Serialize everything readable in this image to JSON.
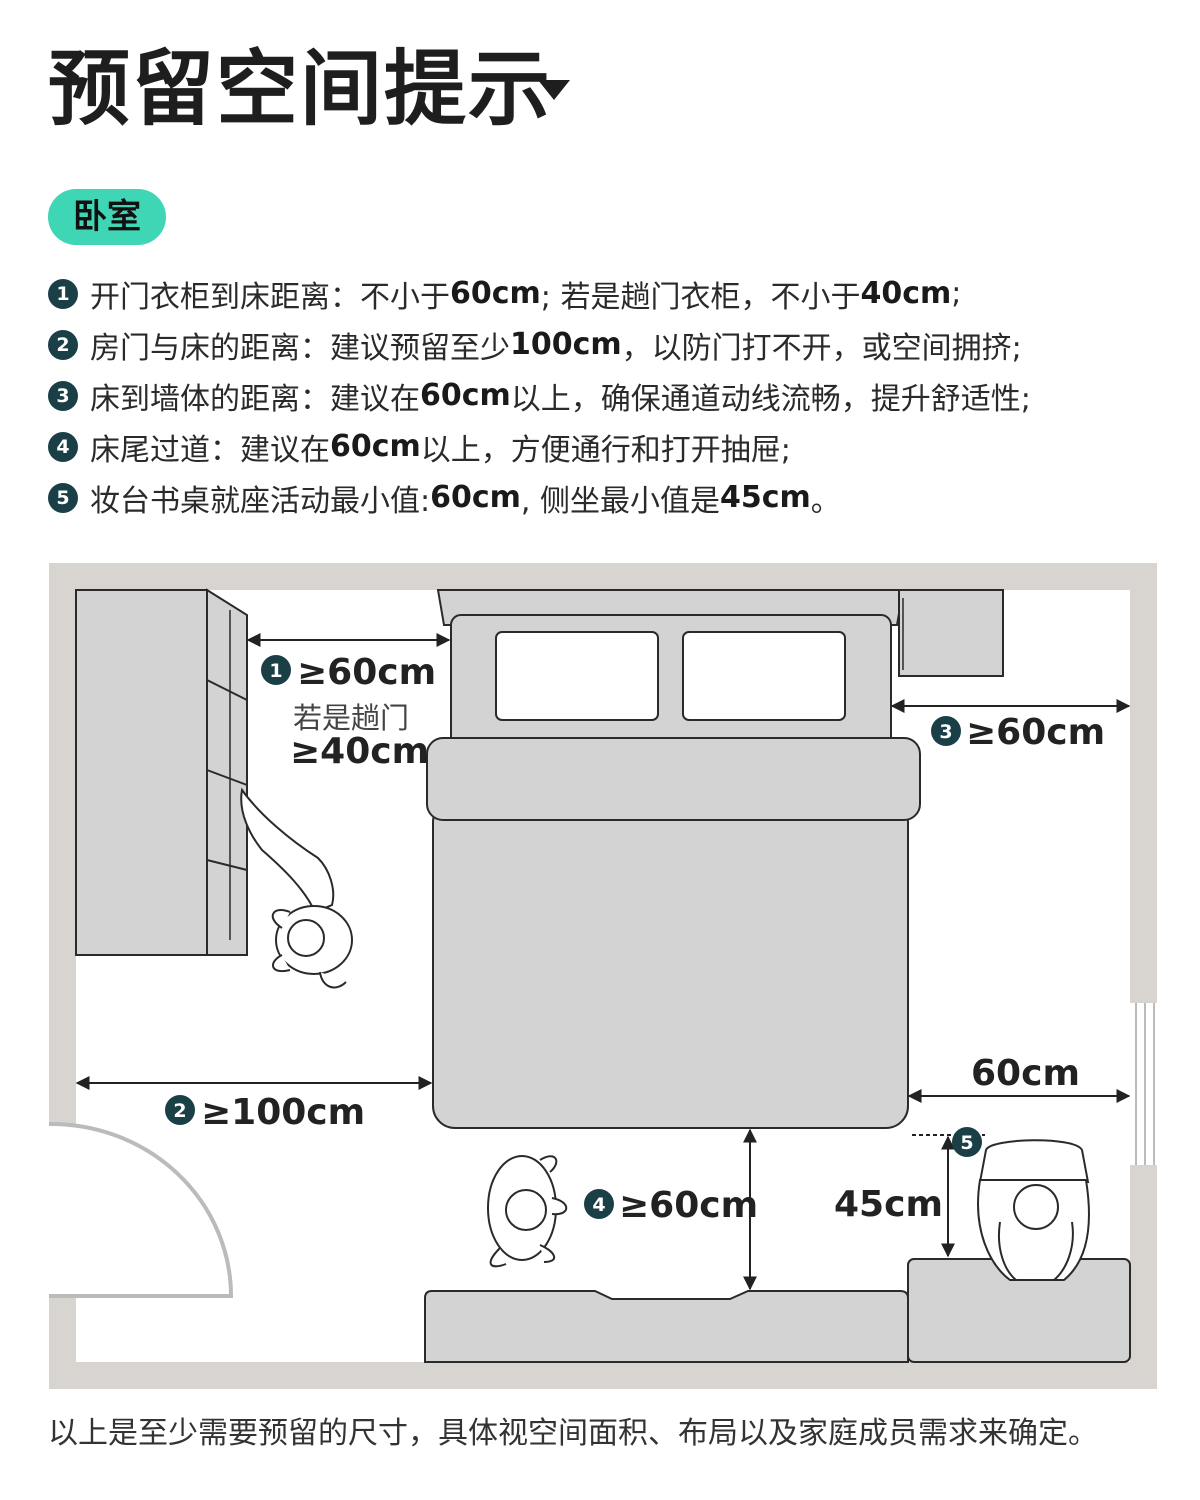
{
  "header": {
    "title": "预留空间提示"
  },
  "room_tag": "卧室",
  "tips": [
    {
      "num": "1",
      "parts": [
        {
          "text": "开门衣柜到床距离：不小于",
          "bold": false
        },
        {
          "text": "60cm",
          "bold": true
        },
        {
          "text": "; 若是趟门衣柜，不小于",
          "bold": false
        },
        {
          "text": "40cm",
          "bold": true
        },
        {
          "text": ";",
          "bold": false
        }
      ]
    },
    {
      "num": "2",
      "parts": [
        {
          "text": "房门与床的距离：建议预留至少",
          "bold": false
        },
        {
          "text": "100cm",
          "bold": true
        },
        {
          "text": "，以防门打不开，或空间拥挤;",
          "bold": false
        }
      ]
    },
    {
      "num": "3",
      "parts": [
        {
          "text": "床到墙体的距离：建议在",
          "bold": false
        },
        {
          "text": "60cm",
          "bold": true
        },
        {
          "text": "以上，确保通道动线流畅，提升舒适性;",
          "bold": false
        }
      ]
    },
    {
      "num": "4",
      "parts": [
        {
          "text": "床尾过道：建议在",
          "bold": false
        },
        {
          "text": "60cm",
          "bold": true
        },
        {
          "text": "以上，方便通行和打开抽屉;",
          "bold": false
        }
      ]
    },
    {
      "num": "5",
      "parts": [
        {
          "text": "妆台书桌就座活动最小值: ",
          "bold": false
        },
        {
          "text": "60cm",
          "bold": true
        },
        {
          "text": " , 侧坐最小值是",
          "bold": false
        },
        {
          "text": "45cm",
          "bold": true
        },
        {
          "text": "。",
          "bold": false
        }
      ]
    }
  ],
  "plan": {
    "labels": {
      "d1": "≥60cm",
      "d1_note": "若是趟门",
      "d1_alt": "≥40cm",
      "d2": "≥100cm",
      "d3": "≥60cm",
      "d4": "≥60cm",
      "d5_width": "60cm",
      "d5_depth": "45cm"
    },
    "badges": [
      "1",
      "2",
      "3",
      "4",
      "5"
    ]
  },
  "footer": "以上是至少需要预留的尺寸，具体视空间面积、布局以及家庭成员需求来确定。",
  "colors": {
    "accent": "#3fd6b5",
    "badge": "#1b3f47",
    "wall": "#d8d5d0",
    "furniture": "#d3d3d3",
    "outline": "#2a2a2a"
  },
  "icons": [
    "caret-down-icon"
  ]
}
